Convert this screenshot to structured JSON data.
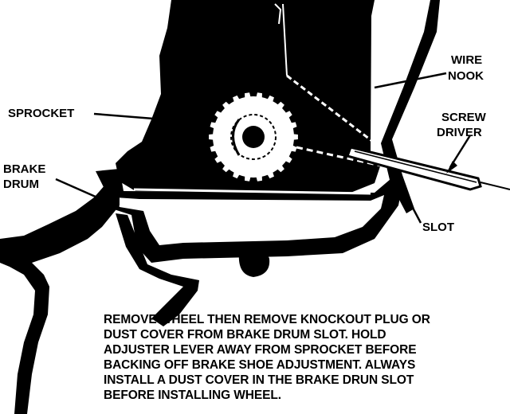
{
  "labels": {
    "wire_nook_line1": "WIRE",
    "wire_nook_line2": "NOOK",
    "sprocket": "SPROCKET",
    "screw_driver_line1": "SCREW",
    "screw_driver_line2": "DRIVER",
    "brake_drum_line1": "BRAKE",
    "brake_drum_line2": "DRUM",
    "slot": "SLOT"
  },
  "caption": {
    "lines": [
      "REMOVE WHEEL THEN REMOVE KNOCKOUT PLUG OR",
      "DUST COVER FROM BRAKE DRUM SLOT. HOLD",
      "ADJUSTER LEVER AWAY FROM SPROCKET BEFORE",
      "BACKING OFF BRAKE SHOE ADJUSTMENT. ALWAYS",
      "INSTALL A DUST COVER IN THE BRAKE DRUN SLOT",
      "BEFORE INSTALLING WHEEL."
    ]
  },
  "colors": {
    "ink": "#000000",
    "paper": "#ffffff"
  }
}
